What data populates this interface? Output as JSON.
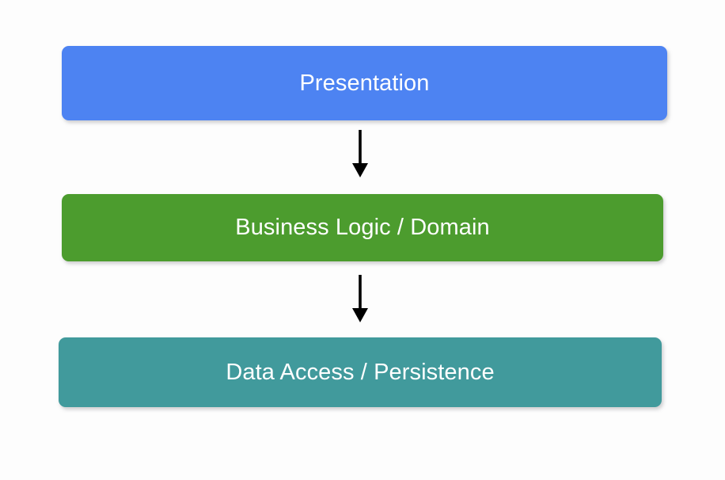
{
  "diagram": {
    "type": "layered-architecture-flow",
    "background_color": "#fdfdfd",
    "orientation": "top-to-bottom",
    "layers": [
      {
        "id": "presentation",
        "label": "Presentation",
        "color": "#4d83f2",
        "text_color": "#ffffff",
        "order": 1
      },
      {
        "id": "business-logic",
        "label": "Business Logic / Domain",
        "color": "#4c9c2e",
        "text_color": "#ffffff",
        "order": 2
      },
      {
        "id": "data-access",
        "label": "Data Access / Persistence",
        "color": "#419a9c",
        "text_color": "#ffffff",
        "order": 3
      }
    ],
    "connectors": [
      {
        "id": "presentation-to-business",
        "from": "presentation",
        "to": "business-logic",
        "style": "solid-arrow",
        "color": "#000000"
      },
      {
        "id": "business-to-data",
        "from": "business-logic",
        "to": "data-access",
        "style": "solid-arrow",
        "color": "#000000"
      }
    ]
  }
}
